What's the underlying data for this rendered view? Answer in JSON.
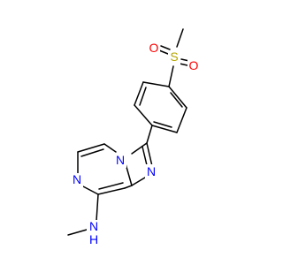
{
  "molecule": {
    "atom_labels": {
      "sulfur": "S",
      "oxygen_top": "O",
      "oxygen_right": "O",
      "ring_n_fused": "N",
      "ring_n_pyrazine": "N",
      "ring_n_imidazole": "N",
      "amine_n": "N",
      "amine_h": "H"
    },
    "colors": {
      "bond": "#000000",
      "sulfur": "#b5a400",
      "oxygen": "#ff0000",
      "nitrogen": "#0000ff"
    }
  }
}
